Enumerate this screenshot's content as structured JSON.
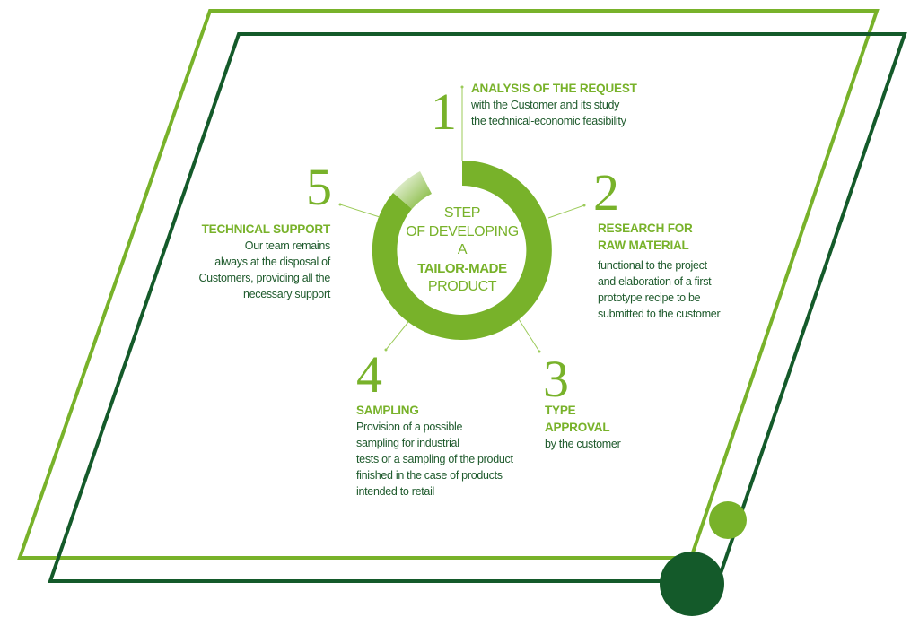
{
  "colors": {
    "light_green": "#78b22a",
    "dark_green": "#145a2a",
    "text": "#1e5a2c"
  },
  "center": {
    "line1": "STEP",
    "line2": "OF DEVELOPING",
    "line3": "A",
    "line4": "TAILOR-MADE",
    "line5": "PRODUCT"
  },
  "steps": [
    {
      "number": "1",
      "title": [
        "ANALYSIS OF THE REQUEST"
      ],
      "text": [
        "with the Customer and its study",
        "the technical-economic feasibility"
      ]
    },
    {
      "number": "2",
      "title": [
        "RESEARCH FOR",
        "RAW MATERIAL"
      ],
      "text": [
        "functional to the project",
        "and elaboration of a first",
        "prototype recipe to be",
        "submitted to the customer"
      ]
    },
    {
      "number": "3",
      "title": [
        "TYPE",
        "APPROVAL"
      ],
      "text": [
        "by  the customer"
      ]
    },
    {
      "number": "4",
      "title": [
        "SAMPLING"
      ],
      "text": [
        "Provision of a possible",
        "sampling for industrial",
        "tests or a sampling of the product",
        "finished in the case of products",
        "intended to retail"
      ]
    },
    {
      "number": "5",
      "title": [
        "TECHNICAL SUPPORT"
      ],
      "text": [
        "Our team remains",
        "always at the disposal of",
        "Customers, providing all the",
        "necessary support"
      ]
    }
  ]
}
